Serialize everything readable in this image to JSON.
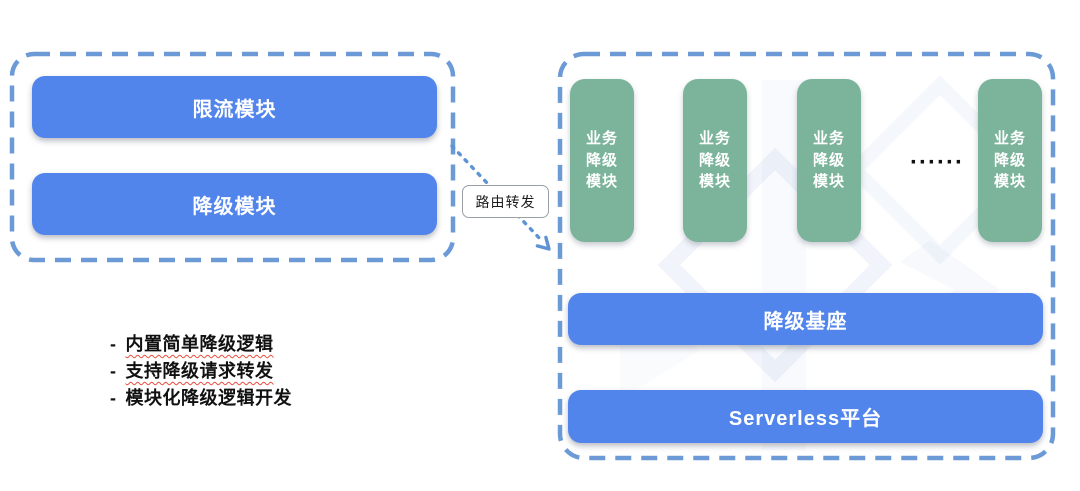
{
  "left_panel": {
    "modules": [
      {
        "label": "限流模块"
      },
      {
        "label": "降级模块"
      }
    ],
    "note_bullet": "-",
    "notes": [
      {
        "text": "内置简单降级逻辑",
        "misspelled": true
      },
      {
        "text": "支持降级请求转发",
        "misspelled": true
      },
      {
        "text": "模块化降级逻辑开发",
        "misspelled": false
      }
    ]
  },
  "connector": {
    "label": "路由转发"
  },
  "right_panel": {
    "pillars": [
      {
        "label": "业务\n降级\n模块"
      },
      {
        "label": "业务\n降级\n模块"
      },
      {
        "label": "业务\n降级\n模块"
      },
      {
        "label": "业务\n降级\n模块"
      }
    ],
    "ellipsis": "······",
    "base_bar": "降级基座",
    "platform_bar": "Serverless平台"
  },
  "colors": {
    "bar_blue": "#5285ec",
    "pillar_green": "#7cb49b",
    "dashed_border_blue": "#6b9ad6",
    "arrow_blue": "#5e93d4",
    "squiggle_red": "#e74c3c"
  }
}
